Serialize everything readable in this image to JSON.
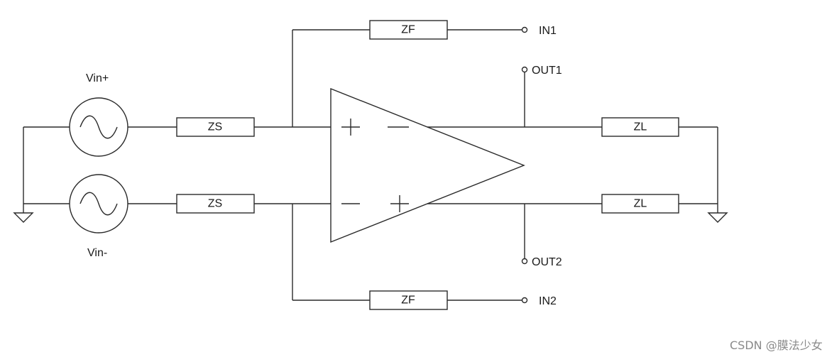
{
  "labels": {
    "source_top": "Vin+",
    "source_bottom": "Vin-",
    "zs_top": "ZS",
    "zs_bottom": "ZS",
    "zf_top": "ZF",
    "zf_bottom": "ZF",
    "zl_top": "ZL",
    "zl_bottom": "ZL",
    "in1": "IN1",
    "in2": "IN2",
    "out1": "OUT1",
    "out2": "OUT2"
  },
  "watermark": "CSDN @膜法少女",
  "colors": {
    "line": "#2a2a2a",
    "text": "#1a1a1a",
    "watermark": "#8a8a8a"
  }
}
